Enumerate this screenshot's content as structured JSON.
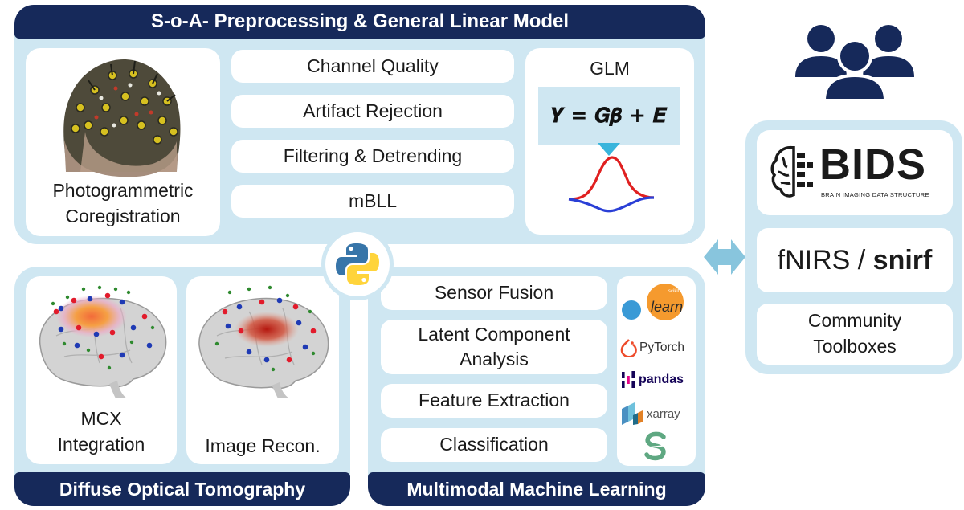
{
  "preprocessing": {
    "title": "S-o-A- Preprocessing & General Linear Model",
    "photo_label": "Photogrammetric Coregistration",
    "steps": [
      "Channel Quality",
      "Artifact Rejection",
      "Filtering & Detrending",
      "mBLL"
    ],
    "glm": {
      "title": "GLM",
      "equation": "𝒀 = 𝑮𝜷 + 𝑬"
    }
  },
  "dot": {
    "title": "Diffuse Optical Tomography",
    "items": [
      {
        "label": "MCX Integration"
      },
      {
        "label": "Image Recon."
      }
    ]
  },
  "ml": {
    "title": "Multimodal Machine Learning",
    "steps": [
      "Sensor Fusion",
      "Latent Component Analysis",
      "Feature Extraction",
      "Classification"
    ],
    "libraries": {
      "sklearn_small": "scikit",
      "sklearn_big": "learn",
      "pytorch": "PyTorch",
      "pandas": "pandas",
      "xarray": "xarray"
    }
  },
  "community": {
    "bids_title": "BIDS",
    "bids_subtitle": "BRAIN IMAGING DATA STRUCTURE",
    "snirf_prefix": "fNIRS / ",
    "snirf_bold": "snirf",
    "toolboxes": "Community Toolboxes"
  },
  "colors": {
    "navy": "#16295a",
    "panel": "#cfe7f2",
    "arrow": "#88c5dd",
    "hrf_oxy": "#e02020",
    "hrf_deoxy": "#2a3fd6"
  }
}
